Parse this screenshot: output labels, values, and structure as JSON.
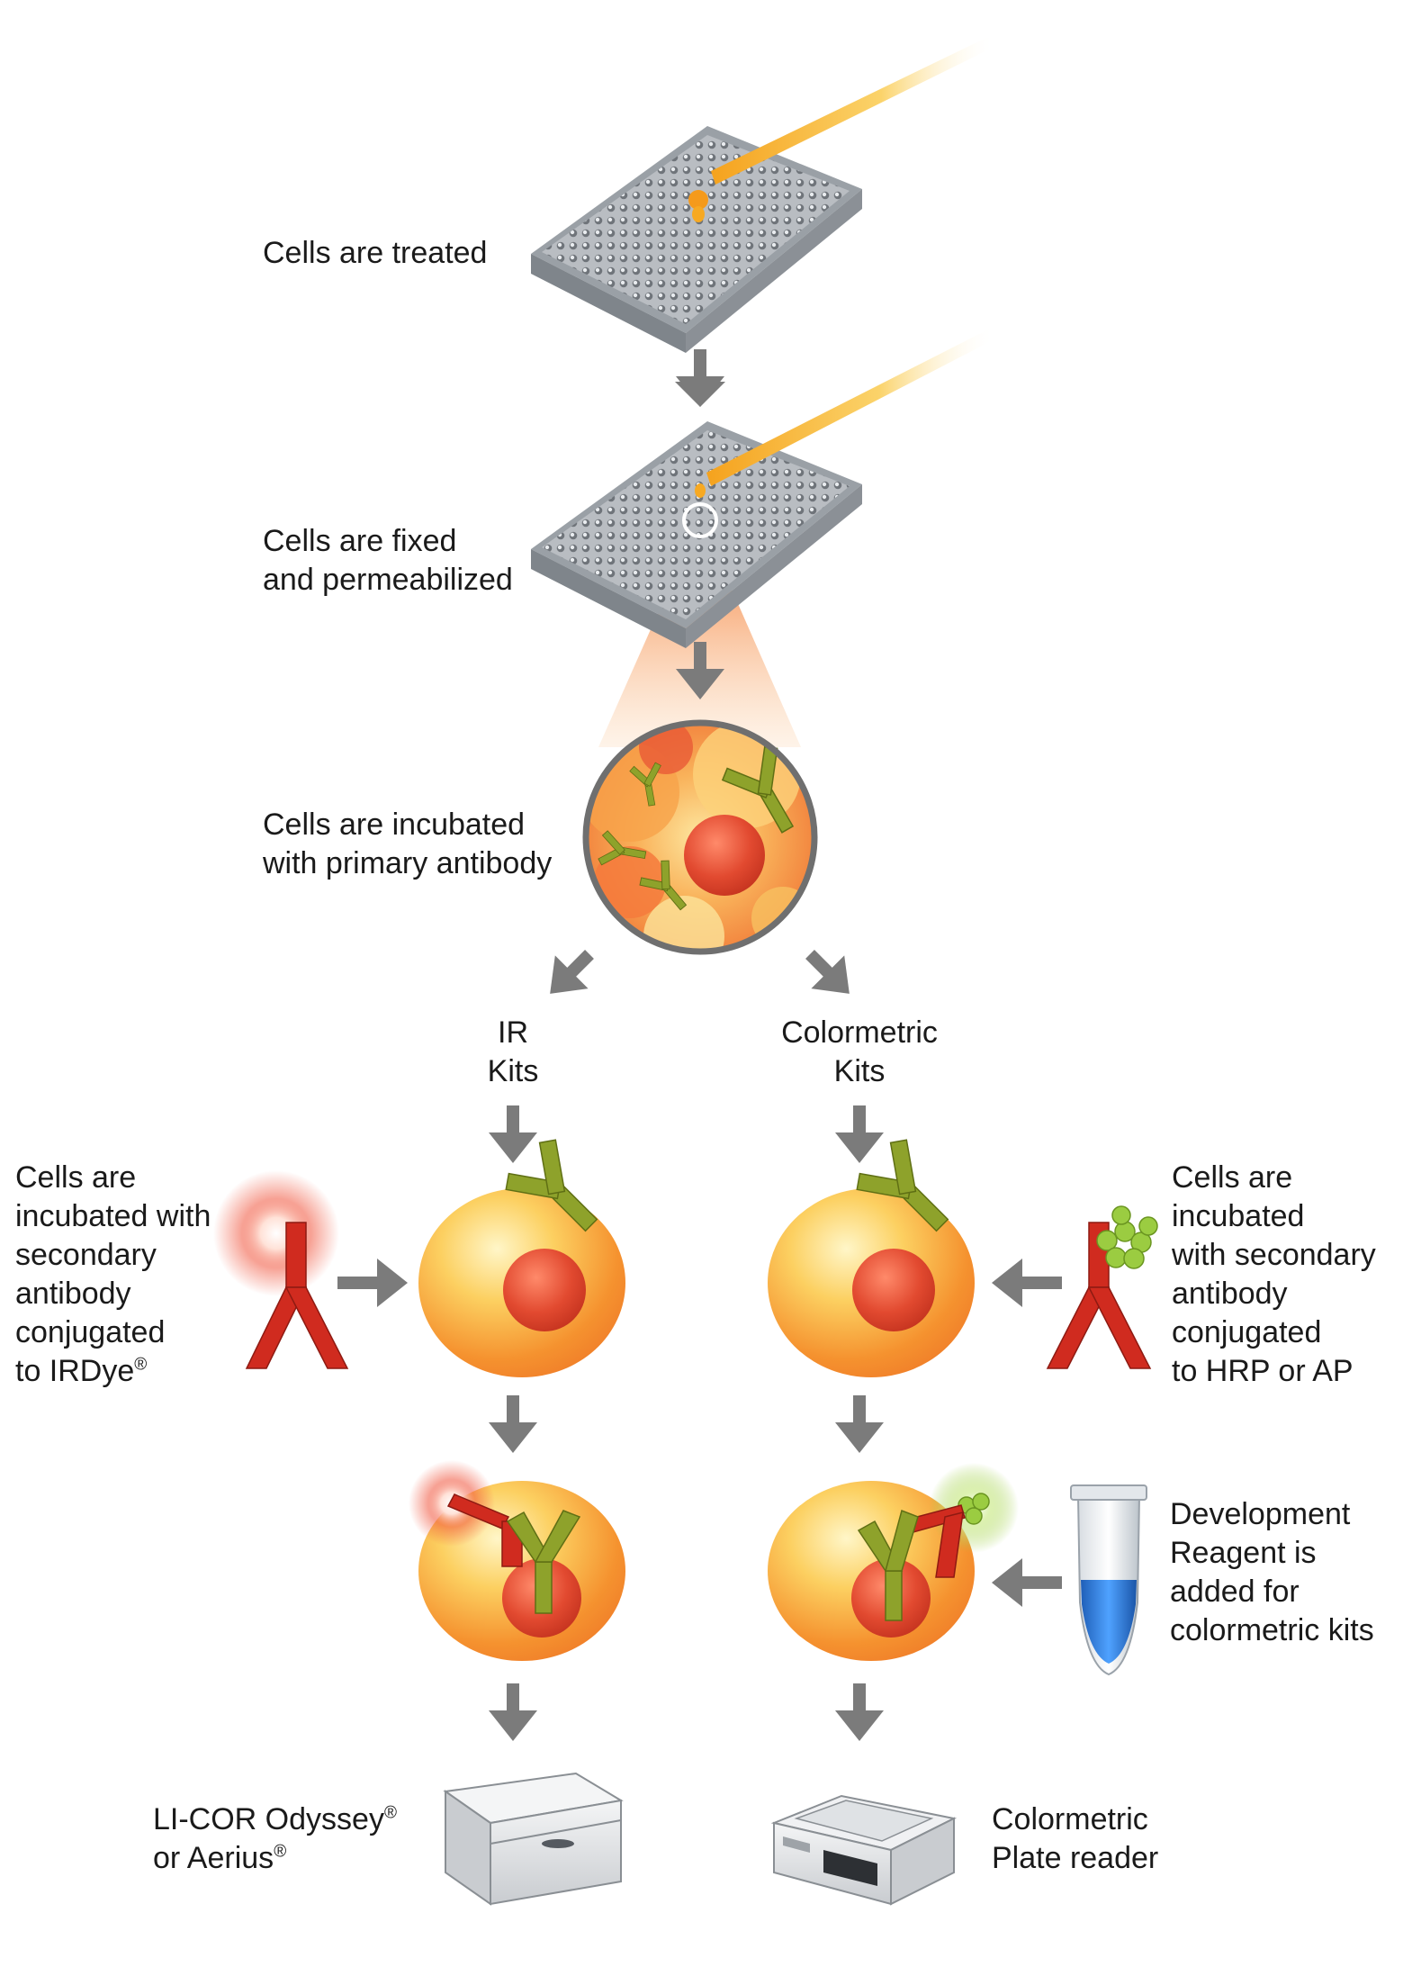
{
  "colors": {
    "arrow": "#7b7b7b",
    "antibody_primary": "#8ea22b",
    "antibody_secondary": "#d02b1f",
    "cell_body": "#f6a338",
    "cell_nucleus": "#e0452e",
    "hrp_ap_bead": "#9bcc41",
    "reagent": "#2f7fd8"
  },
  "steps": {
    "treated": {
      "lines": [
        "Cells are treated"
      ]
    },
    "fixed": {
      "lines": [
        "Cells are fixed",
        "and permeabilized"
      ]
    },
    "primary": {
      "lines": [
        "Cells are incubated",
        "with primary antibody"
      ]
    }
  },
  "branches": {
    "ir": {
      "lines": [
        "IR",
        "Kits"
      ]
    },
    "colorimetric": {
      "lines": [
        "Colormetric",
        "Kits"
      ]
    }
  },
  "secondary": {
    "ir": {
      "lines": [
        "Cells are",
        "incubated with",
        "secondary",
        "antibody",
        "conjugated"
      ],
      "last_text": "to IRDye",
      "last_sup": "®"
    },
    "colorimetric": {
      "lines": [
        "Cells are",
        "incubated",
        "with secondary",
        "antibody",
        "conjugated",
        "to HRP or AP"
      ]
    }
  },
  "development": {
    "lines": [
      "Development",
      "Reagent is",
      "added for",
      "colormetric kits"
    ]
  },
  "readers": {
    "ir": {
      "line1_text": "LI-COR Odyssey",
      "line1_sup": "®",
      "line2_text": "or Aerius",
      "line2_sup": "®"
    },
    "colorimetric": {
      "lines": [
        "Colormetric",
        "Plate reader"
      ]
    }
  },
  "icons": [
    "pipette-icon",
    "well-plate-icon",
    "magnifier-icon",
    "cell-icon",
    "primary-antibody-icon",
    "secondary-antibody-icon",
    "irdye-glow-icon",
    "hrp-ap-bead-cluster-icon",
    "reagent-tube-icon",
    "odyssey-imager-icon",
    "plate-reader-icon",
    "arrow-icon"
  ]
}
